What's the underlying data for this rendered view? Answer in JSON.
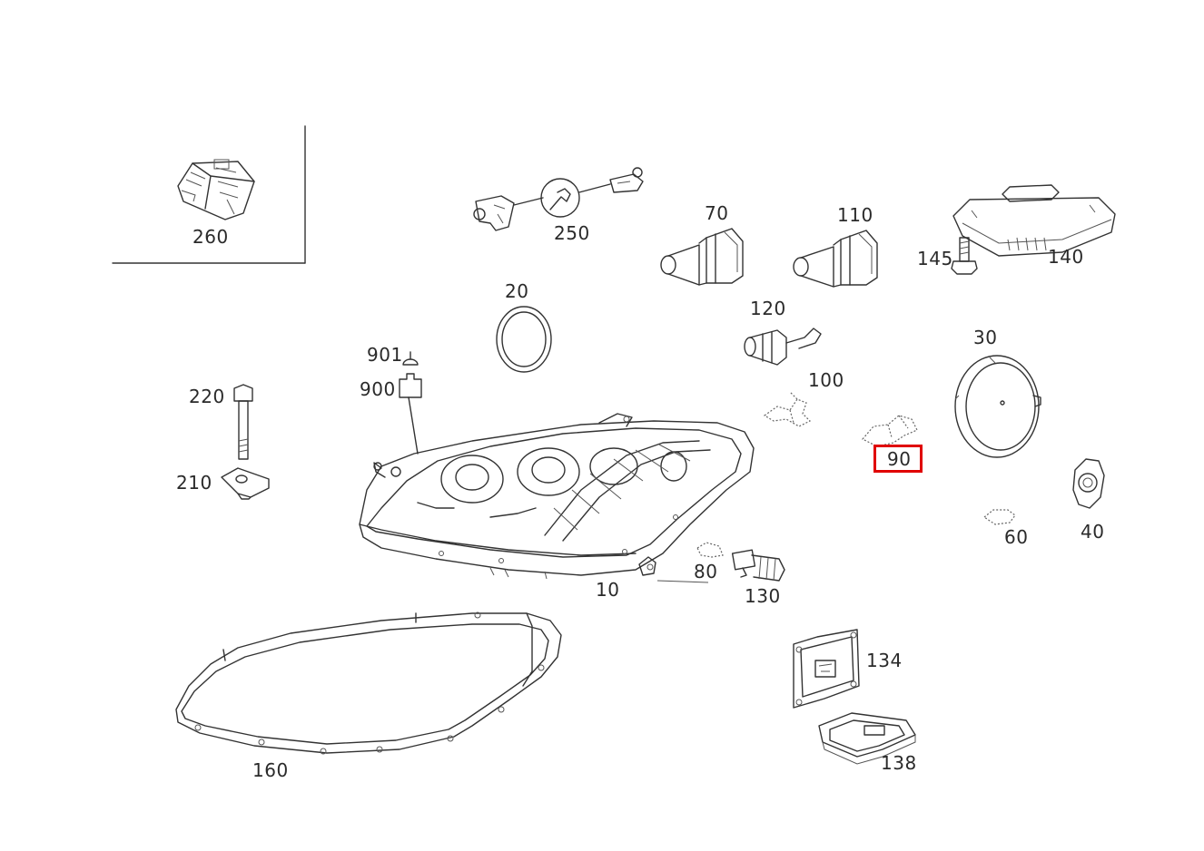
{
  "labels": {
    "p10": "10",
    "p20": "20",
    "p30": "30",
    "p40": "40",
    "p60": "60",
    "p70": "70",
    "p80": "80",
    "p90": "90",
    "p100": "100",
    "p110": "110",
    "p120": "120",
    "p130": "130",
    "p134": "134",
    "p138": "138",
    "p140": "140",
    "p145": "145",
    "p160": "160",
    "p210": "210",
    "p220": "220",
    "p250": "250",
    "p260": "260",
    "p900": "900",
    "p901": "901"
  },
  "highlighted_part": "90",
  "colors": {
    "line": "#333333",
    "highlight": "#e00000",
    "background": "#ffffff"
  }
}
